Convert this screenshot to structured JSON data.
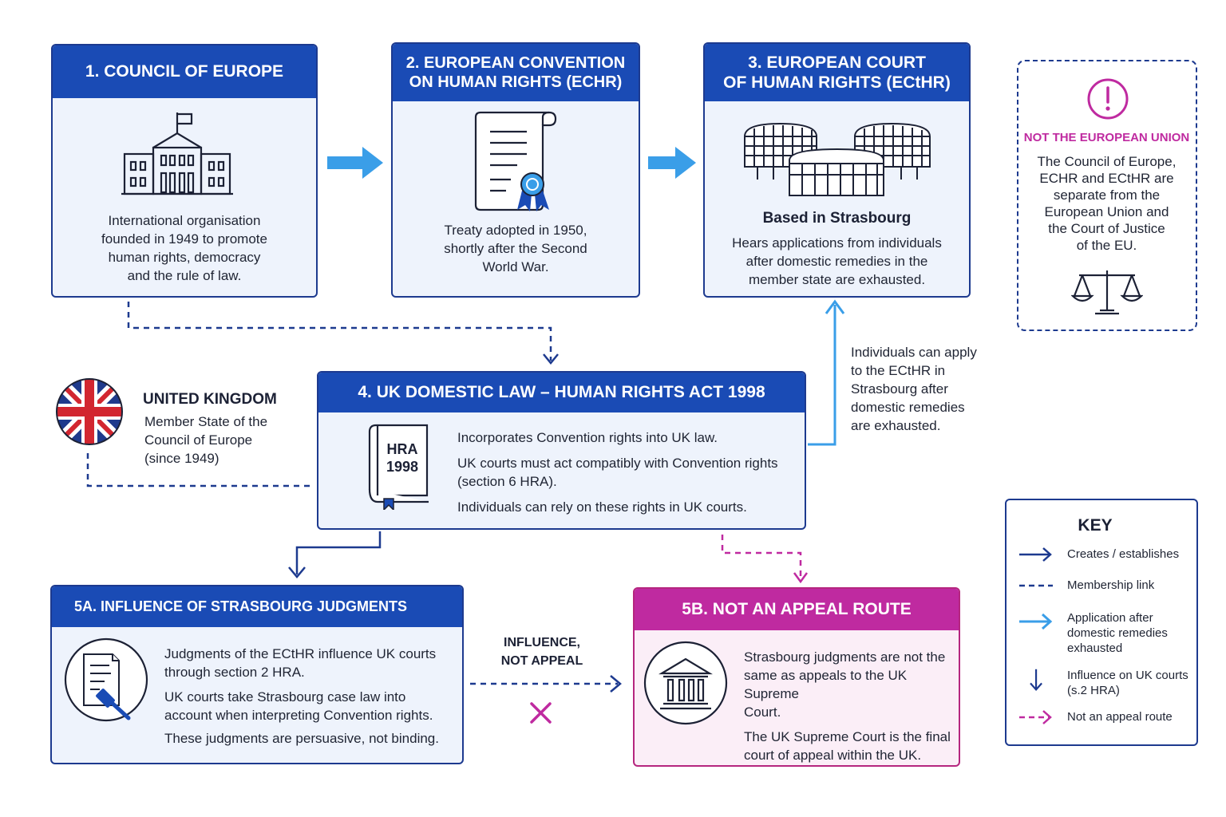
{
  "card1": {
    "title": "1. COUNCIL OF EUROPE",
    "lines": [
      "International organisation",
      "founded in 1949 to promote",
      "human rights, democracy",
      "and the rule of law."
    ]
  },
  "card2": {
    "title_lines": [
      "2.  EUROPEAN CONVENTION",
      "ON HUMAN RIGHTS (ECHR)"
    ],
    "lines": [
      "Treaty adopted in 1950,",
      "shortly after the Second",
      "World War."
    ]
  },
  "card3": {
    "title_lines": [
      "3. EUROPEAN COURT",
      "OF HUMAN RIGHTS (ECtHR)"
    ],
    "subtitle": "Based in Strasbourg",
    "lines": [
      "Hears applications from individuals",
      "after domestic remedies in the",
      "member state are exhausted."
    ]
  },
  "eu_note": {
    "icon": "exclamation-icon",
    "title": "NOT THE EUROPEAN UNION",
    "lines": [
      "The Council of Europe,",
      "ECHR and ECtHR are",
      "separate from the",
      "European Union and",
      "the Court of Justice",
      "of the EU."
    ]
  },
  "uk": {
    "title": "UNITED KINGDOM",
    "lines": [
      "Member State of the",
      "Council of Europe",
      "(since 1949)"
    ]
  },
  "card4": {
    "title": "4. UK DOMESTIC LAW – HUMAN RIGHTS ACT 1998",
    "book_label": [
      "HRA",
      "1998"
    ],
    "points": [
      [
        "Incorporates Convention rights into UK law."
      ],
      [
        "UK courts must act compatibly with Convention rights",
        "(section 6 HRA)."
      ],
      [
        "Individuals can rely on these rights in UK courts."
      ]
    ]
  },
  "apply_note": {
    "lines": [
      "Individuals can apply",
      "to the ECtHR in",
      "Strasbourg after",
      "domestic remedies",
      "are exhausted."
    ]
  },
  "card5a": {
    "title": "5A. INFLUENCE OF STRASBOURG JUDGMENTS",
    "points": [
      [
        "Judgments of the ECtHR influence UK courts",
        "through section 2 HRA."
      ],
      [
        "UK courts take Strasbourg case law into",
        "account when interpreting Convention rights."
      ],
      [
        "These judgments are persuasive, not binding."
      ]
    ]
  },
  "card5b": {
    "title": "5B. NOT AN APPEAL ROUTE",
    "points": [
      [
        "Strasbourg judgments are not the",
        "same as appeals to the UK Supreme",
        "Court."
      ],
      [
        "The UK Supreme Court is the final",
        "court of appeal within the UK."
      ]
    ]
  },
  "mid_label": {
    "lines": [
      "INFLUENCE,",
      "NOT APPEAL"
    ]
  },
  "key": {
    "title": "KEY",
    "items": [
      {
        "lines": [
          "Creates / establishes"
        ]
      },
      {
        "lines": [
          "Membership link"
        ]
      },
      {
        "lines": [
          "Application after",
          "domestic remedies",
          "exhausted"
        ]
      },
      {
        "lines": [
          "Influence on UK courts",
          "(s.2 HRA)"
        ]
      },
      {
        "lines": [
          "Not an appeal route"
        ]
      }
    ]
  },
  "colors": {
    "navy": "#1d3a8f",
    "header_blue": "#1a4bb5",
    "light_blue_arrow": "#3a9ee8",
    "magenta": "#bf2aa0",
    "card_fill": "#eef3fc",
    "pink_fill": "#fbeef7"
  }
}
